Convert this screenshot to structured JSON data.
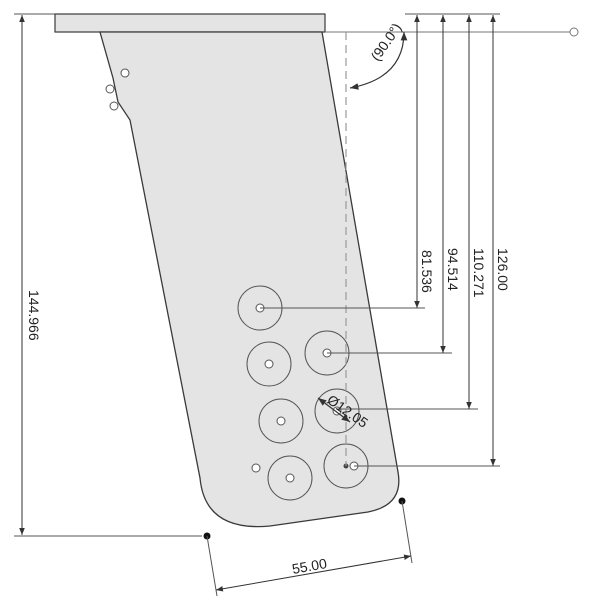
{
  "drawing": {
    "dimensions": {
      "angle": "(90.0°)",
      "d1": "81.536",
      "d2": "94.514",
      "d3": "110.271",
      "d4": "126.00",
      "d_total": "144.966",
      "diameter": "Ø12.05",
      "width": "55.00"
    },
    "colors": {
      "part_fill": "#e4e4e4",
      "part_stroke": "#3a3a3a",
      "dim_line": "#555555",
      "centerline": "#9a9a9a"
    }
  }
}
